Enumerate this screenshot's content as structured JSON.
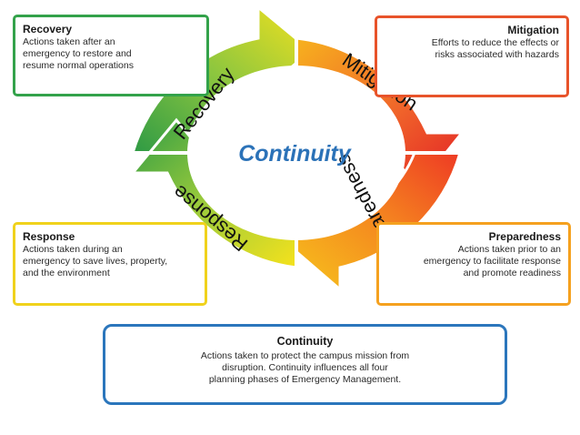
{
  "diagram": {
    "center_label": "Continuity",
    "segments": {
      "recovery": "Recovery",
      "mitigation": "Mitigation",
      "preparedness": "Preparedness",
      "response": "Response"
    }
  },
  "boxes": {
    "recovery": {
      "title": "Recovery",
      "lines": [
        "Actions taken after an",
        "emergency to restore and",
        "resume normal operations"
      ]
    },
    "mitigation": {
      "title": "Mitigation",
      "lines": [
        "Efforts to reduce the effects or",
        "risks associated with hazards"
      ]
    },
    "response": {
      "title": "Response",
      "lines": [
        "Actions taken during an",
        "emergency to save lives, property,",
        "and the environment"
      ]
    },
    "preparedness": {
      "title": "Preparedness",
      "lines": [
        "Actions taken prior to an",
        "emergency to facilitate response",
        "and promote readiness"
      ]
    },
    "continuity": {
      "title": "Continuity",
      "lines": [
        "Actions taken to protect the campus mission from",
        "disruption. Continuity influences all four",
        "planning phases of Emergency Management."
      ]
    }
  },
  "colors": {
    "recovery_border": "#33a24a",
    "mitigation_border": "#e8532a",
    "response_border": "#f0d21c",
    "preparedness_border": "#f5a11f",
    "continuity_border": "#2b76bc",
    "center_text": "#2b72b8"
  }
}
